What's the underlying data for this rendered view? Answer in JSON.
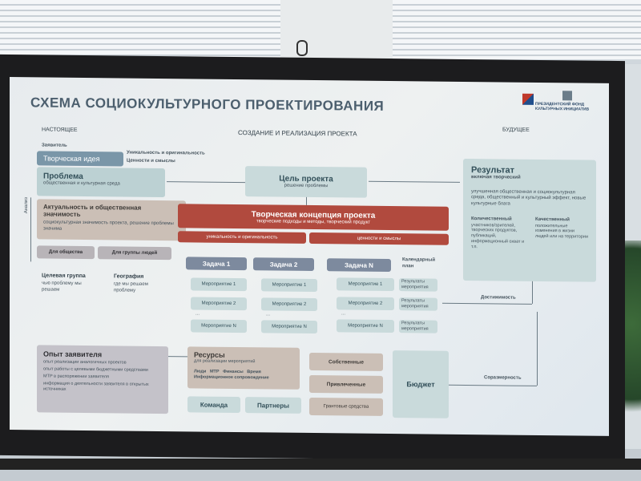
{
  "slide": {
    "title": "СХЕМА СОЦИОКУЛЬТУРНОГО ПРОЕКТИРОВАНИЯ",
    "logo_text": "ПРЕЗИДЕНТСКИЙ ФОНД КУЛЬТУРНЫХ ИНИЦИАТИВ",
    "col_present": "НАСТОЯЩЕЕ",
    "col_creation": "СОЗДАНИЕ И РЕАЛИЗАЦИЯ ПРОЕКТА",
    "col_future": "БУДУЩЕЕ",
    "zayavitel": "Заявитель",
    "tvorcheskaya_ideya": "Творческая идея",
    "unikalnost": "Уникальность и оригинальность",
    "cennosti": "Ценности и смыслы",
    "problema_title": "Проблема",
    "problema_sub": "общественная и культурная среда",
    "analiz": "Анализ",
    "aktualnost_title": "Актуальность и общественная значимость",
    "aktualnost_sub": "социокультурная значимость проекта, решение проблемы значима",
    "dlya_obshestva": "Для общества",
    "dlya_grupp": "Для группы людей",
    "celevaya_title": "Целевая группа",
    "celevaya_sub": "чью проблему мы решаем",
    "geografiya_title": "География",
    "geografiya_sub": "где мы решаем проблему",
    "cel_title": "Цель проекта",
    "cel_sub": "решение проблемы",
    "koncepciya_title": "Творческая концепция проекта",
    "koncepciya_sub": "творческие подходы и методы, творческий продукт",
    "koncepciya_left": "уникальность и оригинальность",
    "koncepciya_right": "ценности и смыслы",
    "zadachi": [
      "Задача 1",
      "Задача 2",
      "Задача N"
    ],
    "kalendarny_plan": "Календарный план",
    "meropriyatie_1": "Мероприятие 1",
    "meropriyatie_2": "Мероприятие 2",
    "meropriyatie_n": "Мероприятие N",
    "ellipsis": "...",
    "rezultaty": "Результаты мероприятия",
    "rezultat_title": "Результат",
    "rezultat_sub": "включая творческий",
    "rezultat_text": "улучшенная общественная и социокультурная среда, общественный и культурный эффект, новые культурные блага",
    "kolichestvenny_title": "Количественный",
    "kolichestvenny_text": "участников/зрителей, творческих продуктов, публикаций, информационный охват и т.п.",
    "kachestvenny_title": "Качественный",
    "kachestvenny_text": "положительные изменения в жизни людей или на территории",
    "dostizhimost": "Достижимость",
    "sorazmernost": "Соразмерность",
    "opyt_title": "Опыт заявителя",
    "opyt_items": [
      "опыт реализации аналогичных проектов",
      "опыт работы с целевыми бюджетными средствами",
      "МТР в распоряжении заявителя",
      "информация о деятельности заявителя в открытых источниках"
    ],
    "resursy_title": "Ресурсы",
    "resursy_sub": "для реализации мероприятий",
    "resursy_items": "Люди   МТР   Финансы   Время",
    "resursy_info": "Информационное сопровождение",
    "komanda": "Команда",
    "partnery": "Партнеры",
    "sobstvennye": "Собственные",
    "privlechennye": "Привлеченные",
    "grantovye": "Грантовые средства",
    "byudzhet": "Бюджет"
  }
}
